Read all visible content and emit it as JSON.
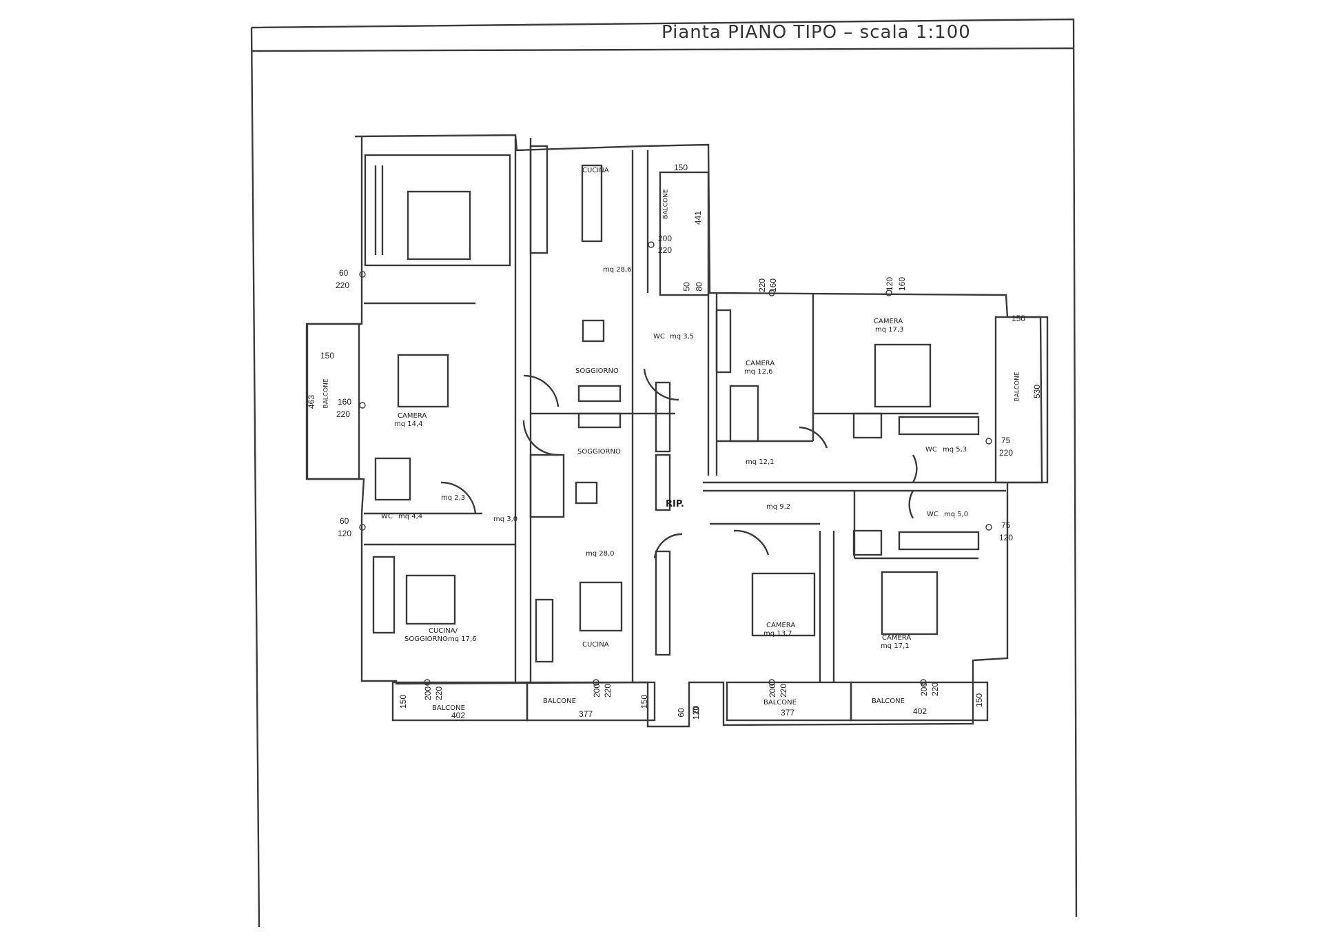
{
  "title": "Pianta PIANO TIPO  –  scala 1:100",
  "rooms": {
    "cucina_top": {
      "name": "CUCINA",
      "area": "mq 28,6"
    },
    "soggiorno_top": {
      "name": "SOGGIORNO"
    },
    "soggiorno_mid": {
      "name": "SOGGIORNO"
    },
    "soggiorno_area_mid": "mq 28,0",
    "cucina_bottom": {
      "name": "CUCINA"
    },
    "camera_left": {
      "name": "CAMERA",
      "area": "mq 14,4"
    },
    "wc_left": {
      "name": "WC",
      "area": "mq 4,4"
    },
    "disimpegno_left": {
      "area": "mq 2,3"
    },
    "ripost_left": {
      "area": "mq 3,0"
    },
    "cucina_soggiorno": {
      "name": "CUCINA/",
      "name2": "SOGGIORNO",
      "area": "mq 17,6"
    },
    "wc_top_right": {
      "name": "WC",
      "area": "mq 3,5"
    },
    "camera_126": {
      "name": "CAMERA",
      "area": "mq 12,6"
    },
    "camera_173": {
      "name": "CAMERA",
      "area": "mq 17,3"
    },
    "corridor_121": {
      "area": "mq 12,1"
    },
    "wc_53": {
      "name": "WC",
      "area": "mq 5,3"
    },
    "corridor_92": {
      "area": "mq 9,2"
    },
    "wc_50": {
      "name": "WC",
      "area": "mq 5,0"
    },
    "rip": {
      "name": "RIP."
    },
    "camera_137": {
      "name": "CAMERA",
      "area": "mq 13,7"
    },
    "camera_171": {
      "name": "CAMERA",
      "area": "mq 17,1"
    }
  },
  "balconies": {
    "label": "BALCONE",
    "top_right_kitchen": {
      "d1": "150",
      "d2": "441"
    },
    "left": {
      "d1": "150",
      "d2": "463"
    },
    "right": {
      "d1": "150",
      "d2": "530"
    },
    "bottom_1": {
      "d": "402"
    },
    "bottom_2": {
      "d": "377"
    },
    "bottom_3": {
      "d": "377"
    },
    "bottom_4": {
      "d": "402"
    }
  },
  "windows": {
    "w1": {
      "a": "60",
      "b": "220"
    },
    "w2": {
      "a": "160",
      "b": "220"
    },
    "w3": {
      "a": "60",
      "b": "120"
    },
    "w4": {
      "a": "200",
      "b": "220"
    },
    "w5": {
      "a": "50",
      "b": "80"
    },
    "w6": {
      "a": "220",
      "b": "160"
    },
    "w7": {
      "a": "120",
      "b": "160"
    },
    "w8": {
      "a": "75",
      "b": "220"
    },
    "w9": {
      "a": "75",
      "b": "120"
    },
    "w10": {
      "a": "200",
      "b": "220"
    },
    "w11": {
      "a": "200",
      "b": "220"
    },
    "w12": {
      "a": "60",
      "b": "120"
    },
    "w13": {
      "a": "200",
      "b": "220"
    },
    "w14": {
      "a": "200",
      "b": "220"
    },
    "w15": {
      "a": "150"
    },
    "w16": {
      "a": "150"
    },
    "w17": {
      "a": "150"
    }
  }
}
